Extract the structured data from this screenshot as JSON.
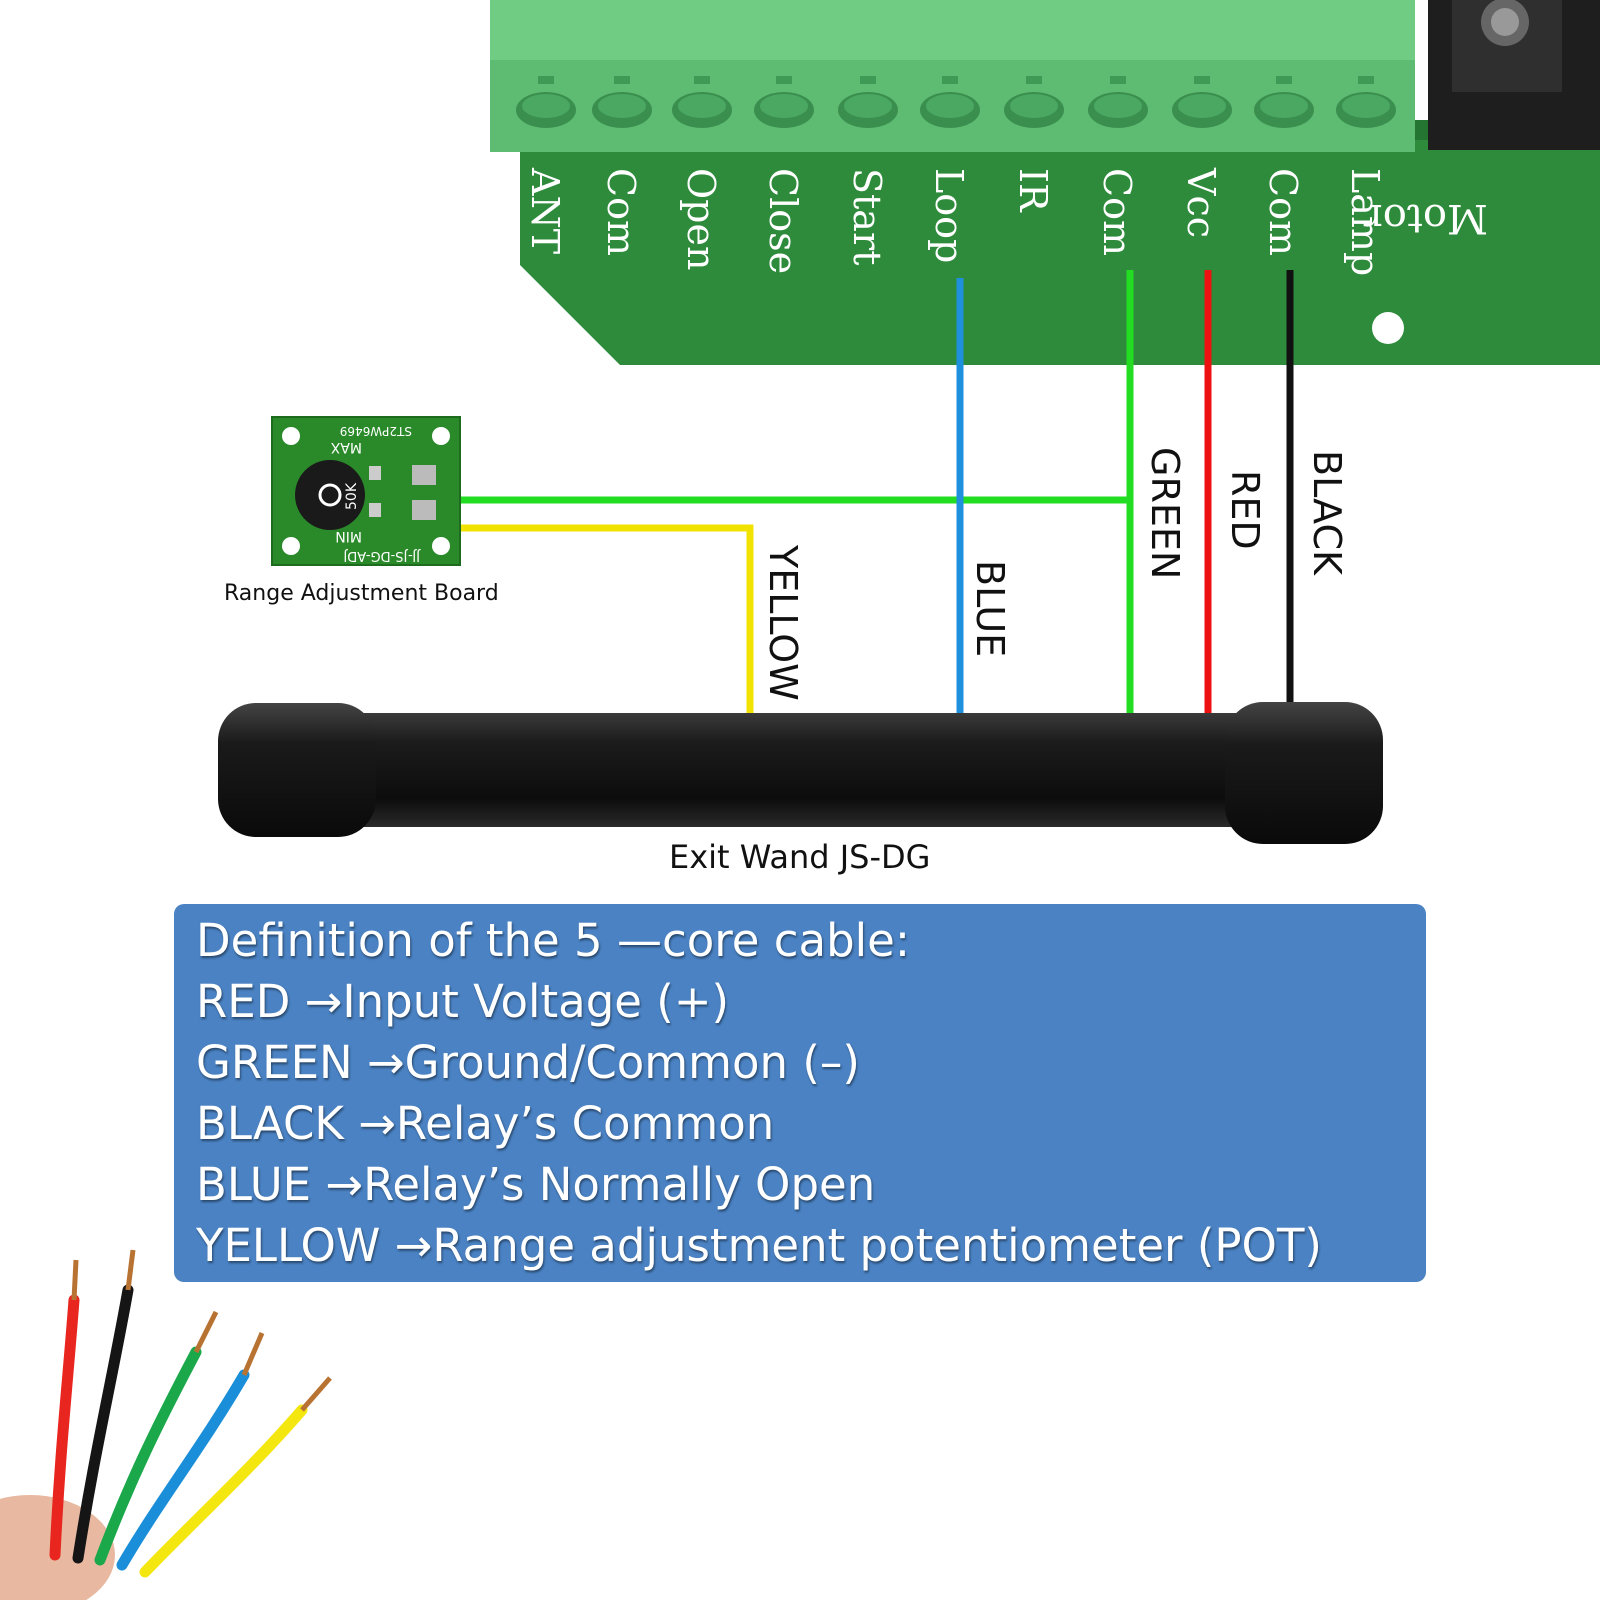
{
  "terminals": [
    "ANT",
    "Com",
    "Open",
    "Close",
    "Start",
    "Loop",
    "IR",
    "Com",
    "Vcc",
    "Com",
    "Lamp"
  ],
  "motor_label_fragment": "Motor",
  "pot_board": {
    "label": "Range Adjustment Board",
    "code_top": "ST2PW6469",
    "max_label": "MAX",
    "min_label": "MIN",
    "pot_value": "50K",
    "board_code": "JJ-JS-DG-ADJ"
  },
  "wire_labels": {
    "yellow": "YELLOW",
    "blue": "BLUE",
    "green": "GREEN",
    "red": "RED",
    "black": "BLACK"
  },
  "wand_label": "Exit Wand JS-DG",
  "definition": {
    "title": "Definition of the 5 —core cable:",
    "lines": [
      "RED →Input Voltage (+)",
      "GREEN →Ground/Common (–)",
      "BLACK →Relay’s Common",
      "BLUE →Relay’s Normally Open",
      "YELLOW →Range adjustment potentiometer (POT)"
    ]
  },
  "colors": {
    "board_green": "#2e8b3c",
    "terminal_green": "#5dbb72",
    "wire_green": "#22dd22",
    "wire_red": "#ee1111",
    "wire_black": "#111111",
    "wire_blue": "#1e90dd",
    "wire_yellow": "#f2e200",
    "definition_box": "#4a82c3"
  }
}
